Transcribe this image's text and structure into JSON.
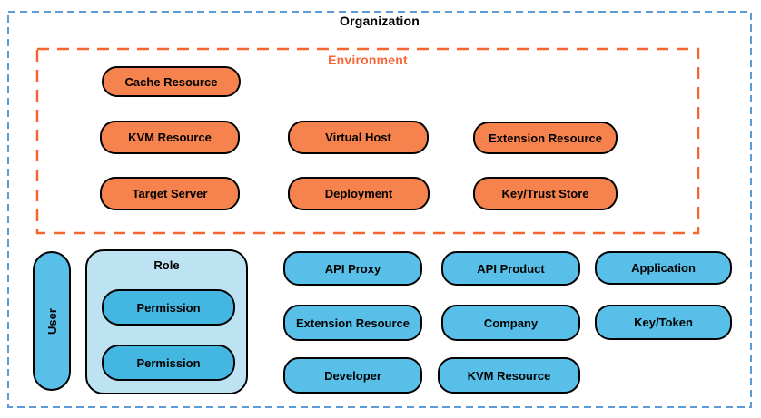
{
  "colors": {
    "canvas-bg": "#ffffff",
    "org-border": "#5b9bd5",
    "env-border": "#f5672f",
    "env-label": "#f8683a",
    "orange-pill": "#f6824d",
    "blue-pill": "#58bfe8",
    "permission-pill": "#43b7e2",
    "role-bg": "#bde3f3",
    "node-border": "#000000",
    "text": "#000000"
  },
  "organization": {
    "label": "Organization"
  },
  "environment": {
    "label": "Environment",
    "nodes": [
      {
        "label": "Cache Resource"
      },
      {
        "label": "KVM Resource"
      },
      {
        "label": "Virtual Host"
      },
      {
        "label": "Extension Resource"
      },
      {
        "label": "Target Server"
      },
      {
        "label": "Deployment"
      },
      {
        "label": "Key/Trust Store"
      }
    ]
  },
  "user": {
    "label": "User"
  },
  "role": {
    "label": "Role",
    "permissions": [
      {
        "label": "Permission"
      },
      {
        "label": "Permission"
      }
    ]
  },
  "organization_nodes": [
    {
      "label": "API Proxy"
    },
    {
      "label": "API Product"
    },
    {
      "label": "Application"
    },
    {
      "label": "Extension Resource"
    },
    {
      "label": "Company"
    },
    {
      "label": "Key/Token"
    },
    {
      "label": "Developer"
    },
    {
      "label": "KVM Resource"
    }
  ]
}
